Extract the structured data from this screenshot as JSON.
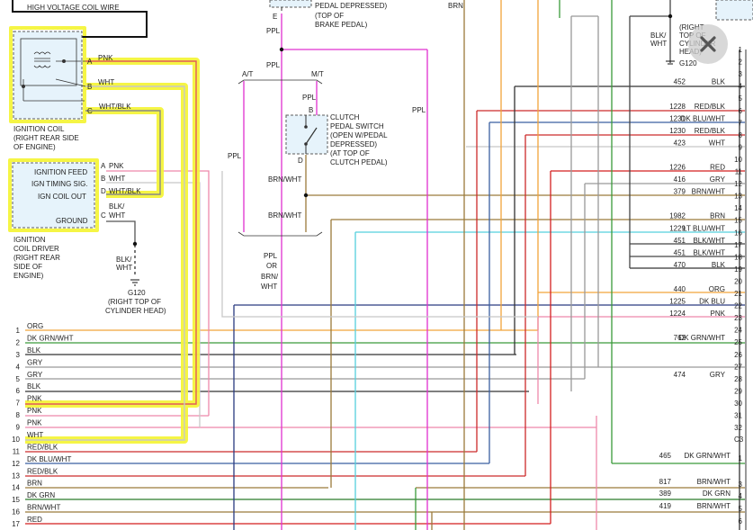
{
  "labels": {
    "hv_coil_wire": "HIGH VOLTAGE COIL WIRE",
    "brake_pedal": [
      "PEDAL DEPRESSED)",
      "(TOP OF",
      "BRAKE PEDAL)"
    ],
    "pin_e": "E",
    "brn_top": "BRN",
    "ppl": "PPL",
    "at": "A/T",
    "mt": "M/T",
    "b": "B",
    "d": "D",
    "clutch_switch": [
      "CLUTCH",
      "PEDAL SWITCH",
      "(OPEN W/PEDAL",
      "DEPRESSED)",
      "(AT TOP OF",
      "CLUTCH PEDAL)"
    ],
    "brn_wht": "BRN/WHT",
    "ppl_or": [
      "PPL",
      "OR",
      "BRN/",
      "WHT"
    ],
    "ignition_coil": [
      "IGNITION COIL",
      "(RIGHT REAR SIDE",
      "OF ENGINE)"
    ],
    "coil_pins": [
      {
        "pin": "A",
        "wire": "PNK"
      },
      {
        "pin": "B",
        "wire": "WHT"
      },
      {
        "pin": "C",
        "wire": "WHT/BLK"
      }
    ],
    "driver_rows": [
      {
        "label": "IGNITION FEED",
        "pin": "A",
        "wire": "PNK"
      },
      {
        "label": "IGN TIMING SIG.",
        "pin": "B",
        "wire": "WHT"
      },
      {
        "label": "IGN COIL OUT",
        "pin": "D",
        "wire": "WHT/BLK"
      },
      {
        "label": "GROUND",
        "pin": "C",
        "wire": "WHT"
      }
    ],
    "blk_wht_slash": "BLK/",
    "ignition_driver": [
      "IGNITION",
      "COIL DRIVER",
      "(RIGHT REAR",
      "SIDE OF",
      "ENGINE)"
    ],
    "blk_wht_split": [
      "BLK/",
      "WHT"
    ],
    "g120": "G120",
    "g120_desc": [
      "(RIGHT TOP OF",
      "CYLINDER HEAD)"
    ],
    "top_right_ground": [
      "BLK/",
      "WHT"
    ],
    "top_right_desc": [
      "(RIGHT",
      "TOP OF",
      "CYLINDER",
      "HEAD)"
    ],
    "g120_right": "G120",
    "c3": "C3"
  },
  "left_connector": [
    {
      "num": "1",
      "wire": "ORG"
    },
    {
      "num": "2",
      "wire": "DK GRN/WHT"
    },
    {
      "num": "3",
      "wire": "BLK"
    },
    {
      "num": "4",
      "wire": "GRY"
    },
    {
      "num": "5",
      "wire": "GRY"
    },
    {
      "num": "6",
      "wire": "BLK"
    },
    {
      "num": "7",
      "wire": "PNK"
    },
    {
      "num": "8",
      "wire": "PNK"
    },
    {
      "num": "9",
      "wire": "PNK"
    },
    {
      "num": "10",
      "wire": "WHT"
    },
    {
      "num": "11",
      "wire": "RED/BLK"
    },
    {
      "num": "12",
      "wire": "DK BLU/WHT"
    },
    {
      "num": "13",
      "wire": "RED/BLK"
    },
    {
      "num": "14",
      "wire": "BRN"
    },
    {
      "num": "15",
      "wire": "DK GRN"
    },
    {
      "num": "16",
      "wire": "BRN/WHT"
    },
    {
      "num": "17",
      "wire": "RED"
    }
  ],
  "right_connector": [
    {
      "num": "1",
      "circuit": "",
      "wire": ""
    },
    {
      "num": "2",
      "circuit": "",
      "wire": ""
    },
    {
      "num": "3",
      "circuit": "",
      "wire": ""
    },
    {
      "num": "4",
      "circuit": "452",
      "wire": "BLK"
    },
    {
      "num": "5",
      "circuit": "",
      "wire": ""
    },
    {
      "num": "6",
      "circuit": "1228",
      "wire": "RED/BLK"
    },
    {
      "num": "7",
      "circuit": "1231",
      "wire": "DK BLU/WHT"
    },
    {
      "num": "8",
      "circuit": "1230",
      "wire": "RED/BLK"
    },
    {
      "num": "9",
      "circuit": "423",
      "wire": "WHT"
    },
    {
      "num": "10",
      "circuit": "",
      "wire": ""
    },
    {
      "num": "11",
      "circuit": "1226",
      "wire": "RED"
    },
    {
      "num": "12",
      "circuit": "416",
      "wire": "GRY"
    },
    {
      "num": "13",
      "circuit": "379",
      "wire": "BRN/WHT"
    },
    {
      "num": "14",
      "circuit": "",
      "wire": ""
    },
    {
      "num": "15",
      "circuit": "1982",
      "wire": "BRN"
    },
    {
      "num": "16",
      "circuit": "1229",
      "wire": "LT BLU/WHT"
    },
    {
      "num": "17",
      "circuit": "451",
      "wire": "BLK/WHT"
    },
    {
      "num": "18",
      "circuit": "451",
      "wire": "BLK/WHT"
    },
    {
      "num": "19",
      "circuit": "470",
      "wire": "BLK"
    },
    {
      "num": "20",
      "circuit": "",
      "wire": ""
    },
    {
      "num": "21",
      "circuit": "440",
      "wire": "ORG"
    },
    {
      "num": "22",
      "circuit": "1225",
      "wire": "DK BLU"
    },
    {
      "num": "23",
      "circuit": "1224",
      "wire": "PNK"
    },
    {
      "num": "24",
      "circuit": "",
      "wire": ""
    },
    {
      "num": "25",
      "circuit": "762",
      "wire": "DK GRN/WHT"
    },
    {
      "num": "26",
      "circuit": "",
      "wire": ""
    },
    {
      "num": "27",
      "circuit": "",
      "wire": ""
    },
    {
      "num": "28",
      "circuit": "474",
      "wire": "GRY"
    },
    {
      "num": "29",
      "circuit": "",
      "wire": ""
    },
    {
      "num": "30",
      "circuit": "",
      "wire": ""
    },
    {
      "num": "31",
      "circuit": "",
      "wire": ""
    },
    {
      "num": "32",
      "circuit": "",
      "wire": ""
    }
  ],
  "right_connector_c3": [
    {
      "num": "1",
      "circuit": "465",
      "wire": "DK GRN/WHT"
    },
    {
      "num": "3",
      "circuit": "817",
      "wire": "BRN/WHT"
    },
    {
      "num": "4",
      "circuit": "389",
      "wire": "DK GRN"
    },
    {
      "num": "5",
      "circuit": "419",
      "wire": "BRN/WHT"
    },
    {
      "num": "6",
      "circuit": "",
      "wire": ""
    }
  ],
  "colors": {
    "PNK": "#ee88aa",
    "WHT": "#c8c8c8",
    "BLK": "#333333",
    "GRY": "#999999",
    "ORG": "#f2a33a",
    "DK GRN/WHT": "#3a9a3a",
    "RED/BLK": "#cc2a2a",
    "DK BLU/WHT": "#3a5fa0",
    "BRN": "#9a7a3a",
    "DK GRN": "#2a7a2a",
    "BRN/WHT": "#9a7a3a",
    "RED": "#d41f1f",
    "PPL": "#e030d0",
    "LT BLU/WHT": "#55d0dd",
    "DK BLU": "#2a3a80",
    "BLK/WHT": "#444444",
    "highlight": "#f5f53c",
    "component": "#e6f3fb"
  },
  "icons": {
    "close": "close-icon"
  }
}
